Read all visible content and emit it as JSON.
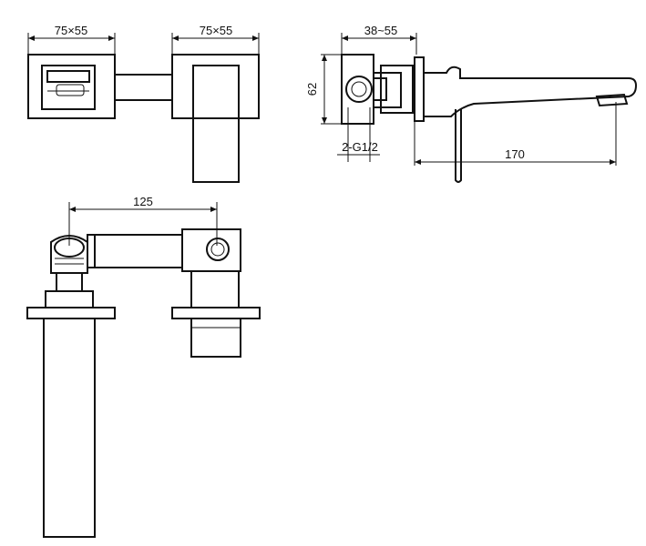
{
  "dimensions": {
    "plate_left": "75×55",
    "plate_right": "75×55",
    "wall_depth": "38~55",
    "height": "62",
    "thread": "2-G1/2",
    "spout_length": "170",
    "center_distance": "125"
  }
}
